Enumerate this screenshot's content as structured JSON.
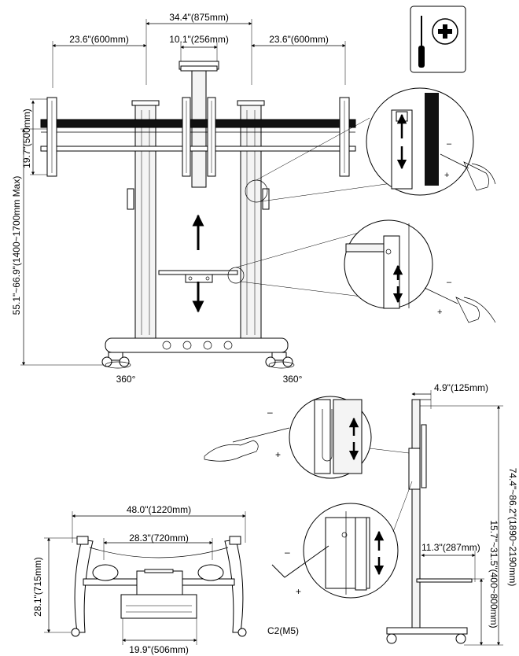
{
  "top_view": {
    "overall_width": "34.4\"(875mm)",
    "left_span": "23.6\"(600mm)",
    "center_span": "10.1\"(256mm)",
    "right_span": "23.6\"(600mm)",
    "vesa_height": "19.7\"(500mm)",
    "height_range": "55.1\"~66.9\"(1400~1700mm Max)",
    "caster_left": "360°",
    "caster_right": "360°"
  },
  "tool_icon": {
    "icon": "screwdriver-phillips-icon",
    "symbol": "+"
  },
  "adjust_signs": {
    "minus": "–",
    "plus": "+"
  },
  "side_view": {
    "top_offset": "4.9\"(125mm)",
    "total_height": "74.4\"~86.2\"(1890~2190mm)",
    "shelf_depth": "11.3\"(287mm)",
    "shelf_height": "15.7\"~31.5\"(400~800mm)"
  },
  "bottom_view": {
    "arm_span": "48.0\"(1220mm)",
    "inner_span": "28.3\"(720mm)",
    "depth": "28.1\"(715mm)",
    "base_width": "19.9\"(506mm)"
  },
  "hex_key_label": "C2(M5)",
  "colors": {
    "line": "#000000",
    "fill": "#f4f4f4",
    "background": "#ffffff"
  }
}
